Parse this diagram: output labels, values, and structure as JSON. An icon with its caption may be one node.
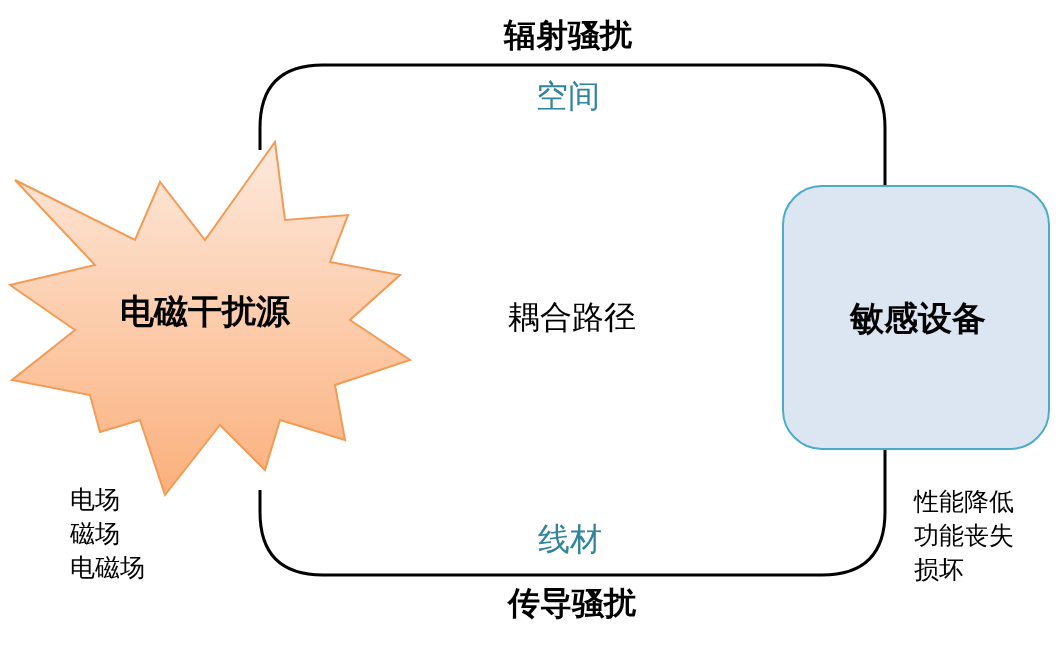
{
  "diagram": {
    "nodes": [
      {
        "text": [
          "电磁干扰源"
        ],
        "beside": [
          "电场",
          "磁场",
          "电磁场"
        ]
      },
      {
        "text": [
          "敏感设备"
        ],
        "beside": [
          "性能降低",
          "功能丧失",
          "损坏"
        ]
      }
    ],
    "edges": [
      {
        "from": 0,
        "to": 1,
        "arrow": "none",
        "label": "空间"
      },
      {
        "from": 0,
        "to": 1,
        "arrow": "none",
        "label": "线材"
      }
    ],
    "labels": [
      "辐射骚扰",
      "耦合路径",
      "传导骚扰"
    ]
  }
}
